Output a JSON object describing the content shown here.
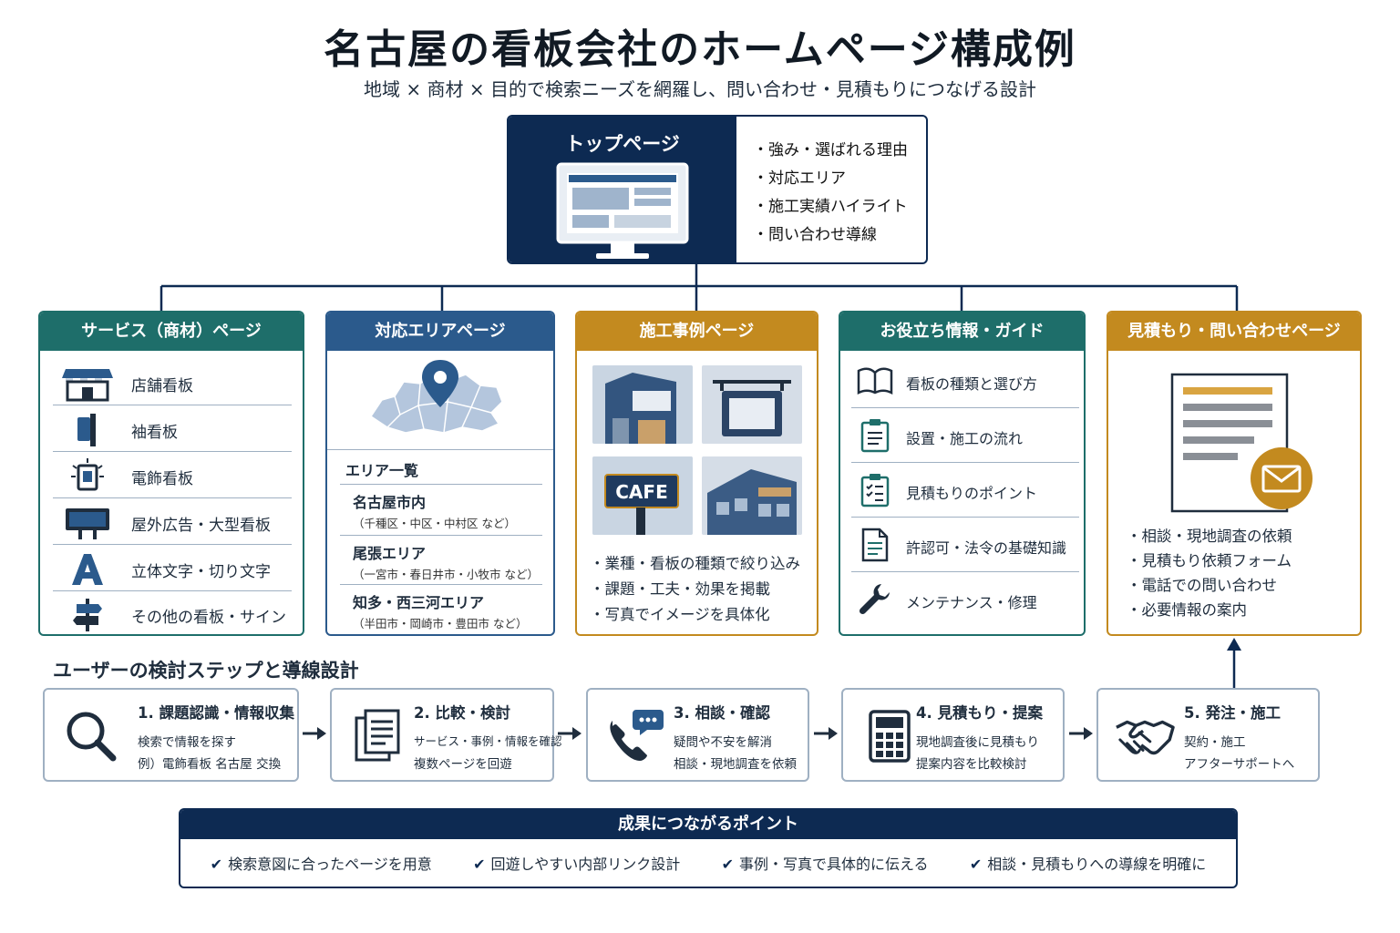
{
  "title": "名古屋の看板会社のホームページ構成例",
  "subtitle": "地域 × 商材 × 目的で検索ニーズを網羅し、問い合わせ・見積もりにつなげる設計",
  "top": {
    "label": "トップページ",
    "items": [
      "・強み・選ばれる理由",
      "・対応エリア",
      "・施工実績ハイライト",
      "・問い合わせ導線"
    ]
  },
  "service": {
    "title": "サービス（商材）ページ",
    "items": [
      {
        "label": "店舗看板",
        "icon": "storefront-icon"
      },
      {
        "label": "袖看板",
        "icon": "projecting-sign-icon"
      },
      {
        "label": "電飾看板",
        "icon": "illuminated-sign-icon"
      },
      {
        "label": "屋外広告・大型看板",
        "icon": "billboard-icon"
      },
      {
        "label": "立体文字・切り文字",
        "icon": "letter-a-icon"
      },
      {
        "label": "その他の看板・サイン",
        "icon": "signpost-icon"
      }
    ]
  },
  "area": {
    "title": "対応エリアページ",
    "list_title": "エリア一覧",
    "items": [
      {
        "name": "名古屋市内",
        "sub": "（千種区・中区・中村区 など）"
      },
      {
        "name": "尾張エリア",
        "sub": "（一宮市・春日井市・小牧市 など）"
      },
      {
        "name": "知多・西三河エリア",
        "sub": "（半田市・岡崎市・豊田市 など）"
      }
    ]
  },
  "cases": {
    "title": "施工事例ページ",
    "cafe_text": "CAFE",
    "items": [
      "・業種・看板の種類で絞り込み",
      "・課題・工夫・効果を掲載",
      "・写真でイメージを具体化"
    ]
  },
  "guide": {
    "title": "お役立ち情報・ガイド",
    "items": [
      {
        "label": "看板の種類と選び方",
        "icon": "book-icon"
      },
      {
        "label": "設置・施工の流れ",
        "icon": "clipboard-icon"
      },
      {
        "label": "見積もりのポイント",
        "icon": "checklist-icon"
      },
      {
        "label": "許認可・法令の基礎知識",
        "icon": "document-icon"
      },
      {
        "label": "メンテナンス・修理",
        "icon": "wrench-icon"
      }
    ]
  },
  "estimate": {
    "title": "見積もり・問い合わせページ",
    "items": [
      "・相談・現地調査の依頼",
      "・見積もり依頼フォーム",
      "・電話での問い合わせ",
      "・必要情報の案内"
    ]
  },
  "steps": {
    "title": "ユーザーの検討ステップと導線設計",
    "items": [
      {
        "title": "1. 課題認識・情報収集",
        "line1": "検索で情報を探す",
        "line2": "例）電飾看板 名古屋 交換",
        "icon": "magnifier-icon"
      },
      {
        "title": "2. 比較・検討",
        "line1": "サービス・事例・情報を確認",
        "line2": "複数ページを回遊",
        "icon": "pages-icon"
      },
      {
        "title": "3. 相談・確認",
        "line1": "疑問や不安を解消",
        "line2": "相談・現地調査を依頼",
        "icon": "phone-chat-icon"
      },
      {
        "title": "4. 見積もり・提案",
        "line1": "現地調査後に見積もり",
        "line2": "提案内容を比較検討",
        "icon": "calculator-icon"
      },
      {
        "title": "5. 発注・施工",
        "line1": "契約・施工",
        "line2": "アフターサポートへ",
        "icon": "handshake-icon"
      }
    ]
  },
  "points": {
    "title": "成果につながるポイント",
    "items": [
      "検索意図に合ったページを用意",
      "回遊しやすい内部リンク設計",
      "事例・写真で具体的に伝える",
      "相談・見積もりへの導線を明確に"
    ]
  },
  "colors": {
    "navy": "#0d2a52",
    "teal": "#1e6e6a",
    "blue": "#2b5a8c",
    "gold": "#c38a1f"
  }
}
